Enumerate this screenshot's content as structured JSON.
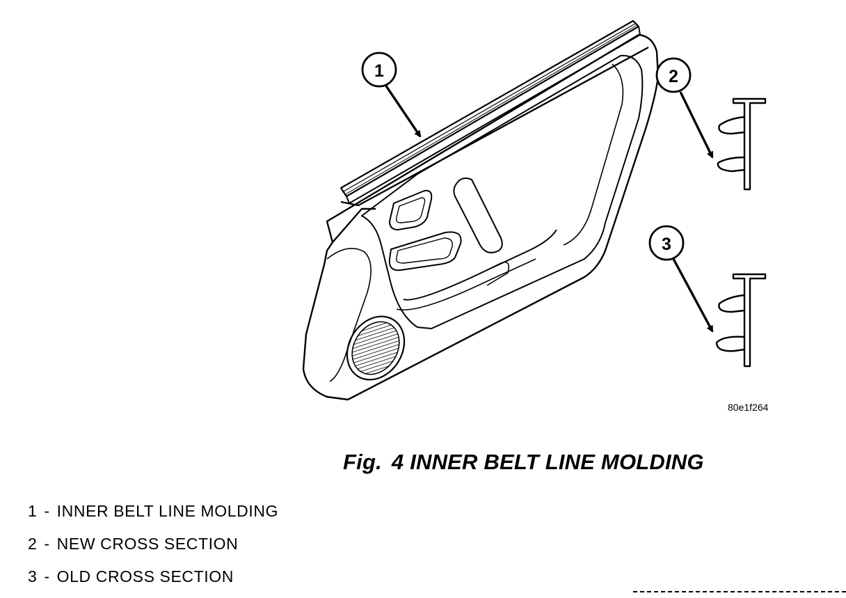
{
  "figure": {
    "label": "Fig.",
    "number": "4",
    "title": "INNER BELT LINE MOLDING",
    "drawing_id": "80e1f264"
  },
  "callouts": [
    {
      "number": "1",
      "description": "INNER BELT LINE MOLDING"
    },
    {
      "number": "2",
      "description": "NEW CROSS SECTION"
    },
    {
      "number": "3",
      "description": "OLD CROSS SECTION"
    }
  ],
  "legend_separator": "-"
}
